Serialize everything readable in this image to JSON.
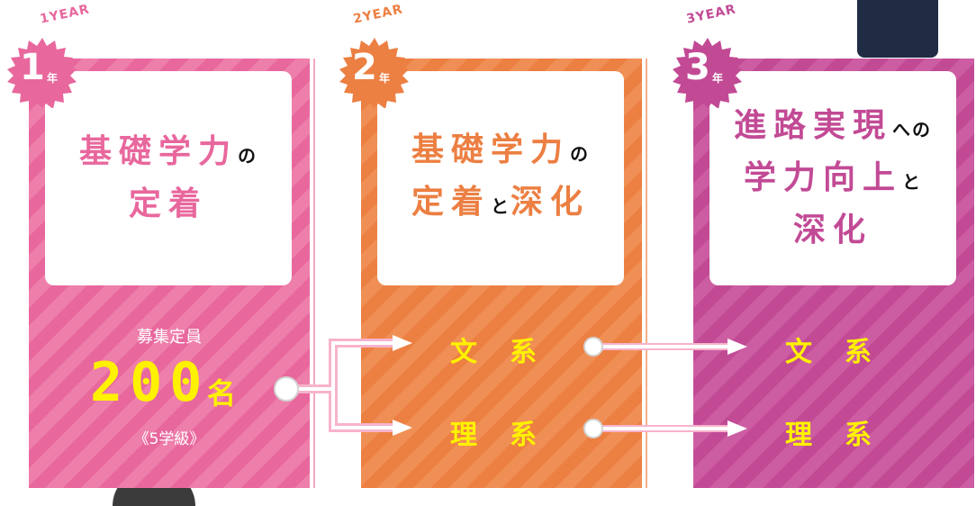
{
  "years": [
    {
      "year_label": "1YEAR",
      "badge_num": "1",
      "badge_unit": "年",
      "heading_line1_main": "基礎学力",
      "heading_line1_small": "の",
      "heading_line2_main": "定着",
      "color": "#e8679d"
    },
    {
      "year_label": "2YEAR",
      "badge_num": "2",
      "badge_unit": "年",
      "heading_line1_main": "基礎学力",
      "heading_line1_small": "の",
      "heading_line2_a": "定着",
      "heading_line2_small": "と",
      "heading_line2_b": "深化",
      "color": "#ec7f42"
    },
    {
      "year_label": "3YEAR",
      "badge_num": "3",
      "badge_unit": "年",
      "heading_line1_main": "進路実現",
      "heading_line1_small": "への",
      "heading_line2_main": "学力向上",
      "heading_line2_small": "と",
      "heading_line3_main": "深化",
      "color": "#c24a95"
    }
  ],
  "quota": {
    "label": "募集定員",
    "number": "200",
    "unit": "名",
    "classes": "《5学級》"
  },
  "courses": {
    "year2_top": "文系",
    "year2_bottom": "理系",
    "year3_top": "文系",
    "year3_bottom": "理系"
  },
  "colors": {
    "pink": "#e8679d",
    "orange": "#ec7f42",
    "magenta": "#c24a95",
    "yellow": "#fff200"
  }
}
